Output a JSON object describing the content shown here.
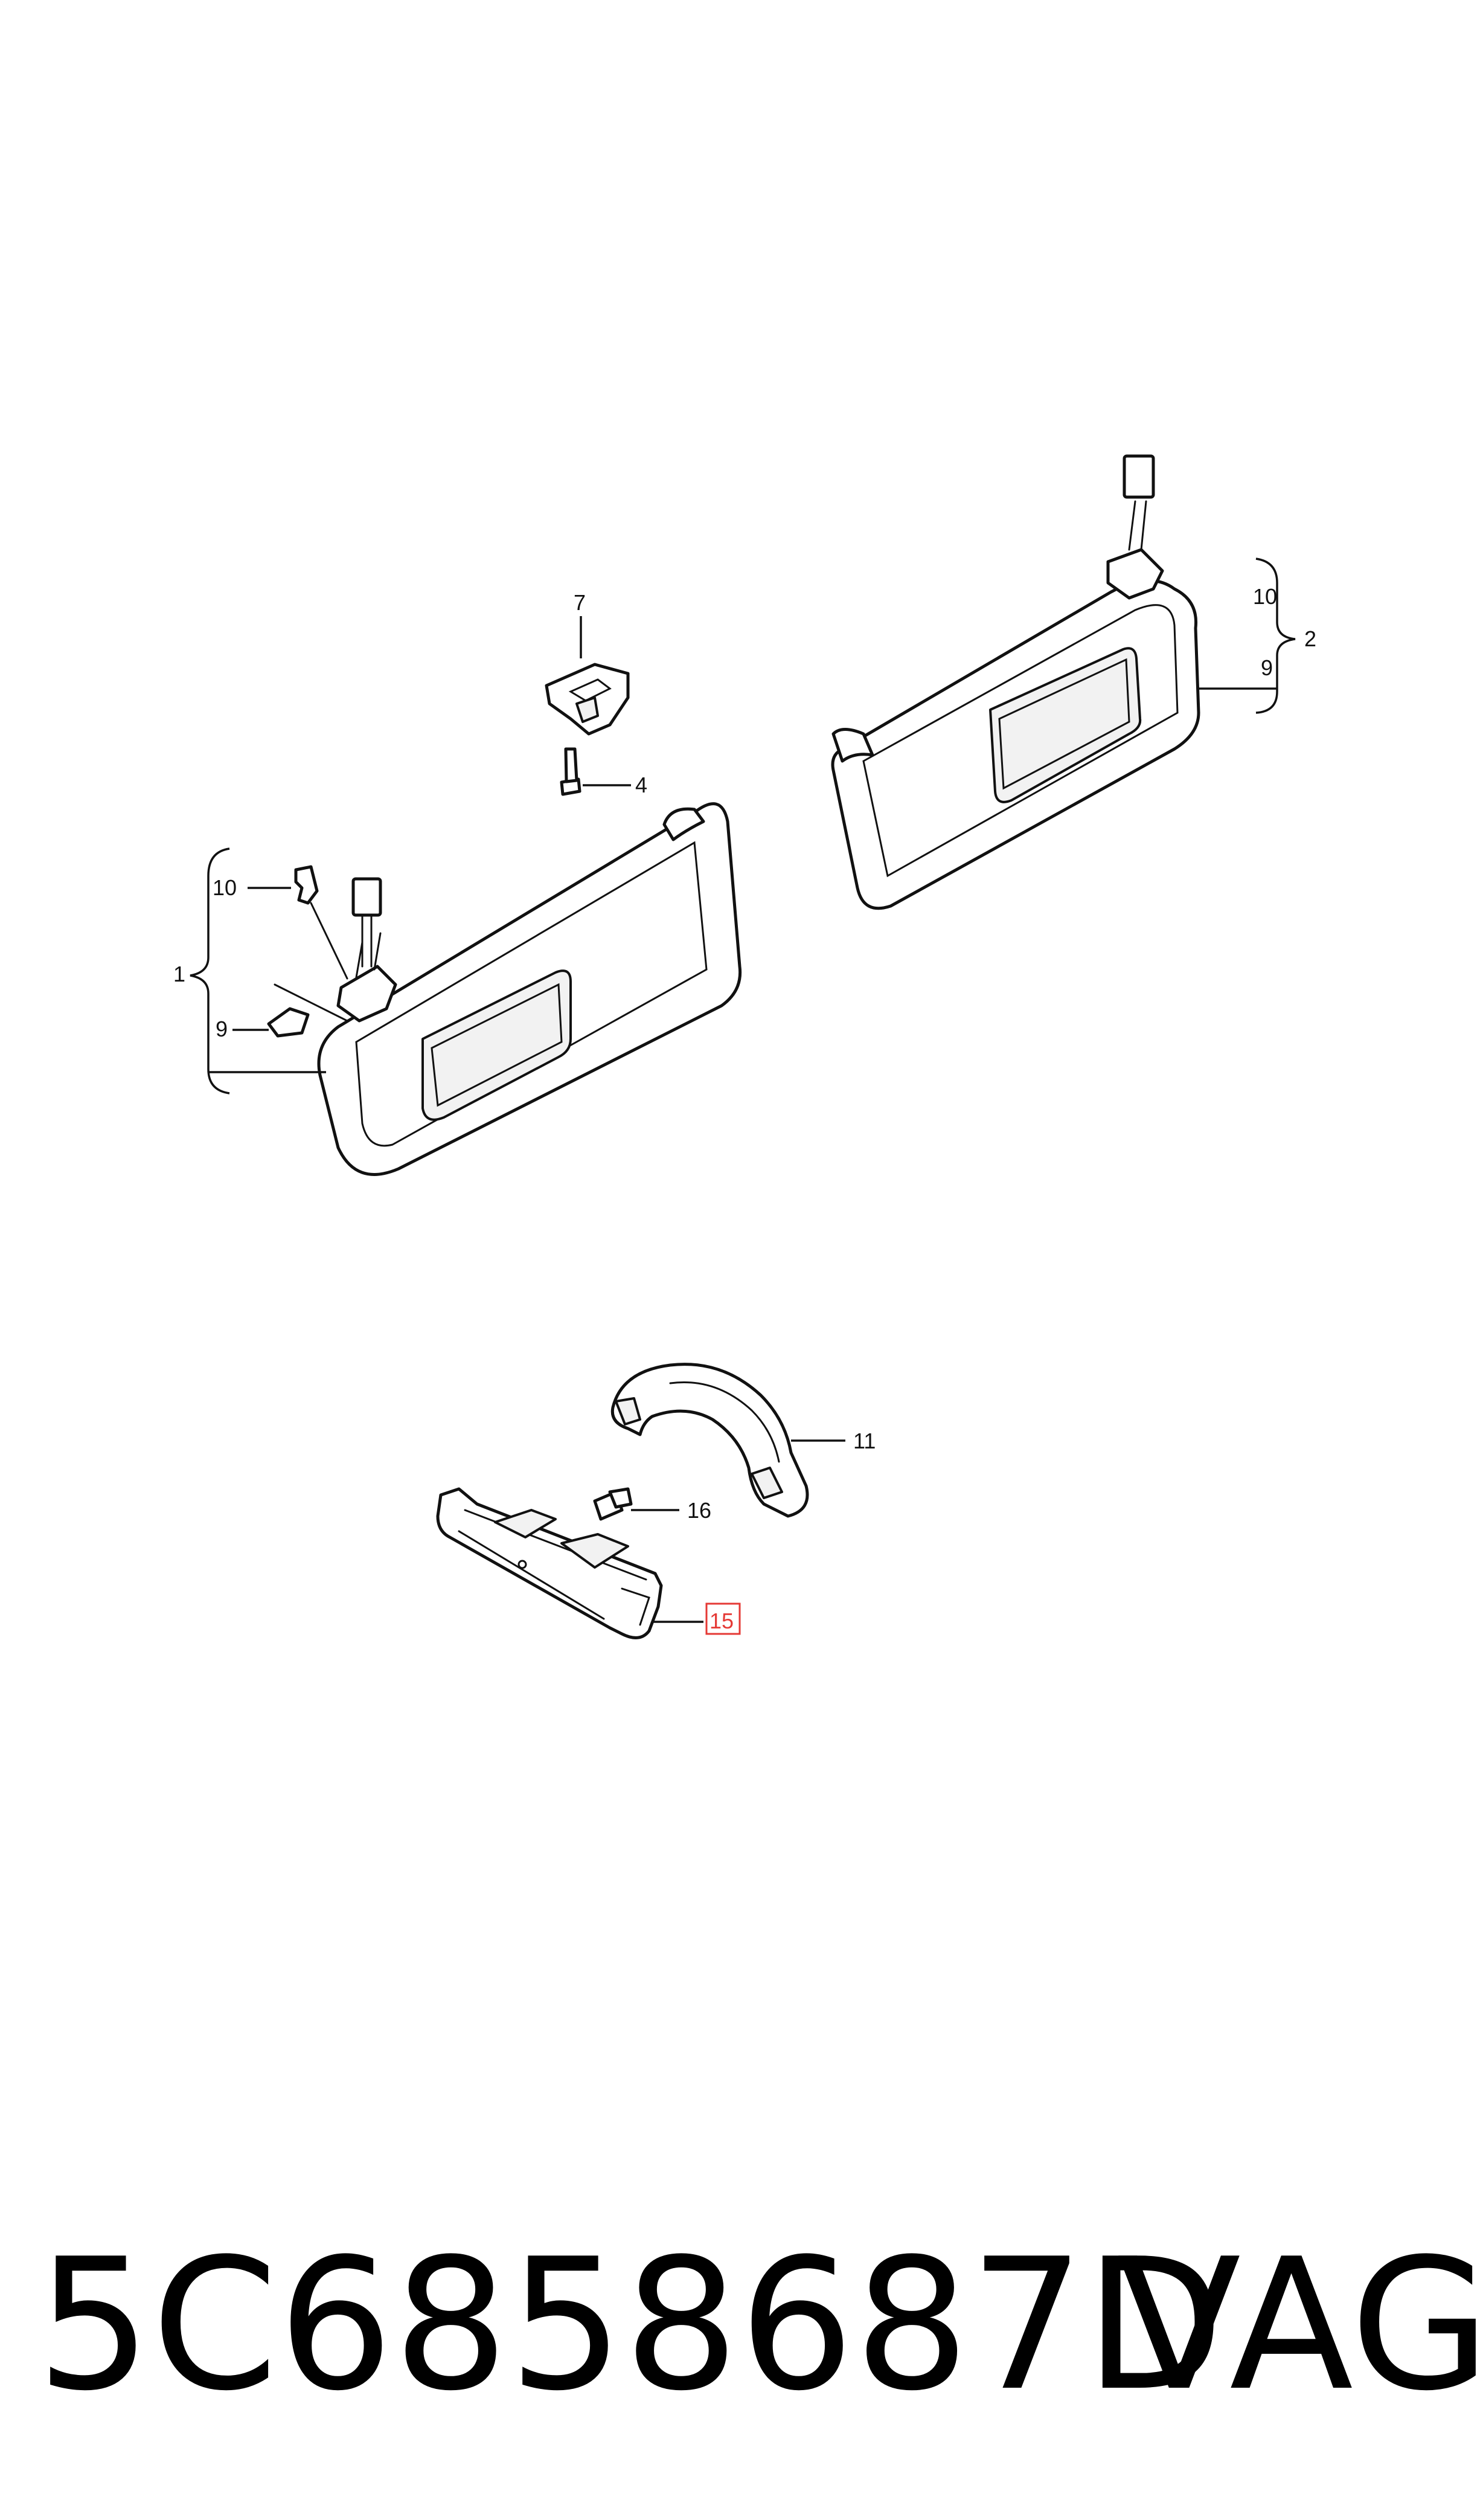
{
  "callouts": {
    "c1": "1",
    "c2": "2",
    "c4": "4",
    "c7": "7",
    "c9_left": "9",
    "c9_right": "9",
    "c10_left": "10",
    "c10_right": "10",
    "c11": "11",
    "c15": "15",
    "c16": "16"
  },
  "highlight_color": "#e53935",
  "footer": {
    "part_number": "5C6858687D",
    "brand": "VAG"
  }
}
